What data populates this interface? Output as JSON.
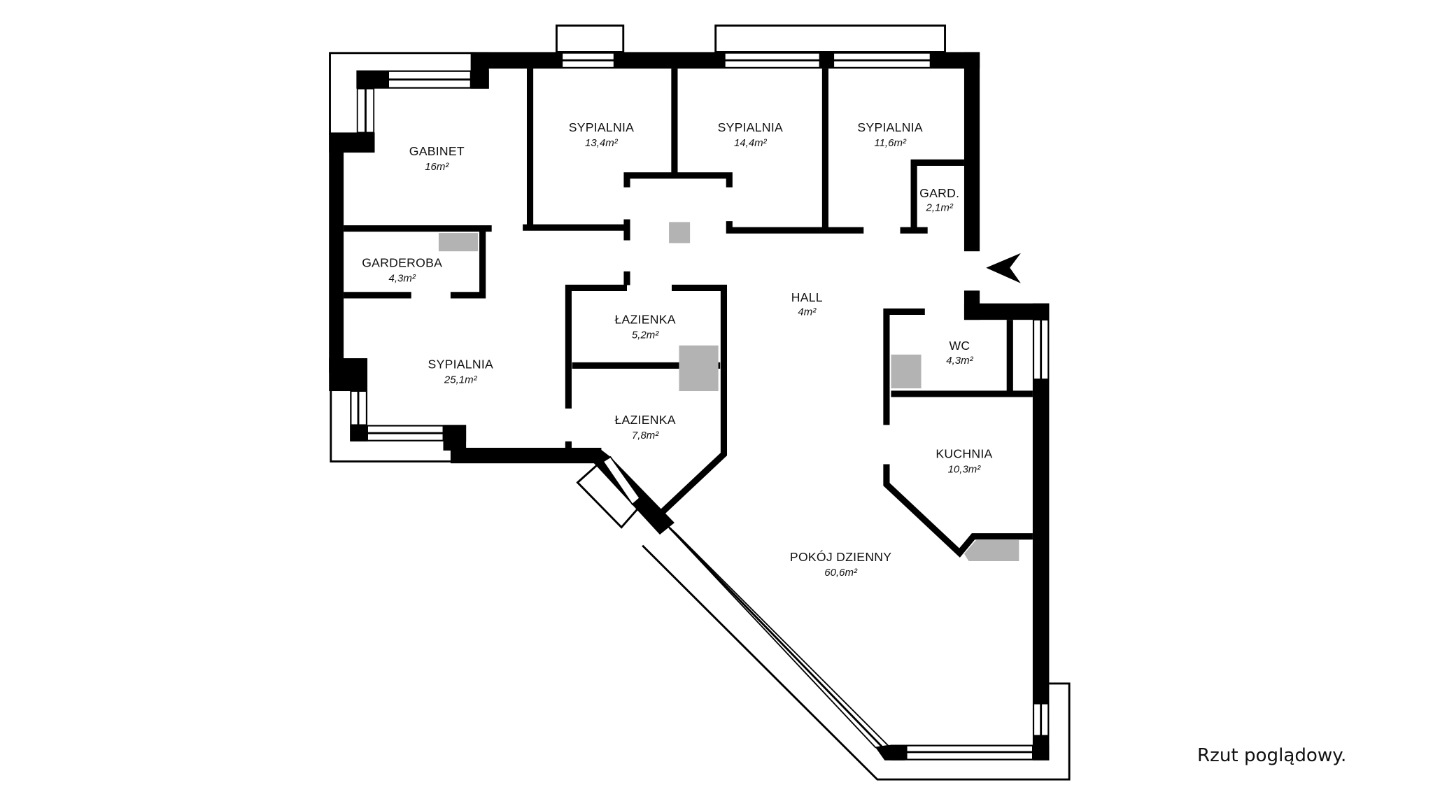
{
  "plan": {
    "rooms": [
      {
        "name": "GABINET",
        "area": "16m²"
      },
      {
        "name": "SYPIALNIA",
        "area": "13,4m²"
      },
      {
        "name": "SYPIALNIA",
        "area": "14,4m²"
      },
      {
        "name": "SYPIALNIA",
        "area": "11,6m²"
      },
      {
        "name": "GARD.",
        "area": "2,1m²"
      },
      {
        "name": "GARDEROBA",
        "area": "4,3m²"
      },
      {
        "name": "SYPIALNIA",
        "area": "25,1m²"
      },
      {
        "name": "ŁAZIENKA",
        "area": "5,2m²"
      },
      {
        "name": "ŁAZIENKA",
        "area": "7,8m²"
      },
      {
        "name": "HALL",
        "area": "4m²"
      },
      {
        "name": "WC",
        "area": "4,3m²"
      },
      {
        "name": "KUCHNIA",
        "area": "10,3m²"
      },
      {
        "name": "POKÓJ DZIENNY",
        "area": "60,6m²"
      }
    ],
    "entrance_icon": "entrance-arrow-icon",
    "fixture_color": "#b3b3b3",
    "wall_color": "#000000"
  },
  "caption": "Rzut poglądowy."
}
